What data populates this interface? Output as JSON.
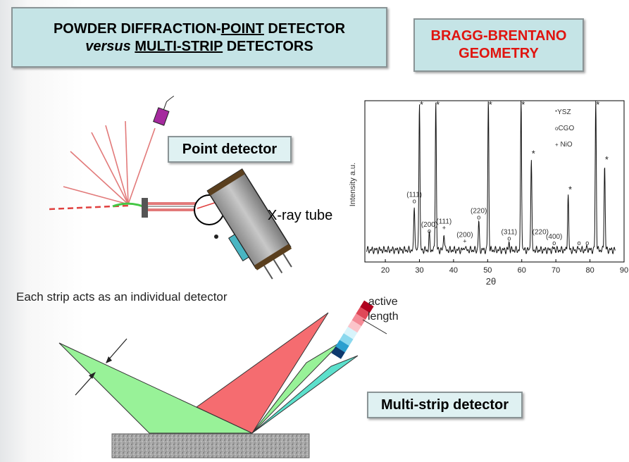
{
  "title": {
    "line1_a": "POWDER DIFFRACTION-",
    "line1_b": "POINT",
    "line1_c": " DETECTOR",
    "line2_a": "versus",
    "line2_b": " ",
    "line2_c": "MULTI-STRIP",
    "line2_d": " DETECTORS"
  },
  "bragg": {
    "line1": "BRAGG-BRENTANO",
    "line2": "GEOMETRY"
  },
  "labels": {
    "point_detector": "Point detector",
    "xray_tube": "X-ray tube",
    "strip_note": "Each strip acts as an individual detector",
    "active_line1": "active",
    "active_line2": "length",
    "multi_strip": "Multi-strip detector"
  },
  "chart_data": {
    "type": "line",
    "xlabel": "2θ",
    "ylabel": "Intensity a.u.",
    "xlim": [
      14,
      90
    ],
    "xticks": [
      20,
      30,
      40,
      50,
      60,
      70,
      80,
      90
    ],
    "legend": [
      {
        "marker": "*",
        "name": "YSZ"
      },
      {
        "marker": "o",
        "name": "CGO"
      },
      {
        "marker": "+",
        "name": "NiO"
      }
    ],
    "peaks": [
      {
        "x": 28.5,
        "y": 0.3,
        "label": "(111)",
        "marker": "o"
      },
      {
        "x": 30.0,
        "y": 1.0,
        "marker": "*"
      },
      {
        "x": 32.9,
        "y": 0.1,
        "label": "(200)",
        "marker": "o"
      },
      {
        "x": 34.8,
        "y": 1.0,
        "marker": "*"
      },
      {
        "x": 37.2,
        "y": 0.12,
        "label": "(111)",
        "marker": "+"
      },
      {
        "x": 43.3,
        "y": 0.03,
        "label": "(200)",
        "marker": "+"
      },
      {
        "x": 47.4,
        "y": 0.19,
        "label": "(220)",
        "marker": "o"
      },
      {
        "x": 50.2,
        "y": 1.0,
        "marker": "*"
      },
      {
        "x": 56.3,
        "y": 0.05,
        "label": "(311)",
        "marker": "o"
      },
      {
        "x": 59.8,
        "y": 1.0,
        "marker": "*"
      },
      {
        "x": 62.8,
        "y": 0.61,
        "label": "(220)",
        "marker": "*"
      },
      {
        "x": 69.5,
        "y": 0.02,
        "label": "(400)",
        "marker": "o"
      },
      {
        "x": 73.6,
        "y": 0.37,
        "marker": "*"
      },
      {
        "x": 76.8,
        "y": 0.02,
        "marker": "o"
      },
      {
        "x": 79.2,
        "y": 0.02,
        "marker": "o"
      },
      {
        "x": 81.7,
        "y": 1.0,
        "marker": "*"
      },
      {
        "x": 84.3,
        "y": 0.57,
        "marker": "*"
      }
    ]
  }
}
